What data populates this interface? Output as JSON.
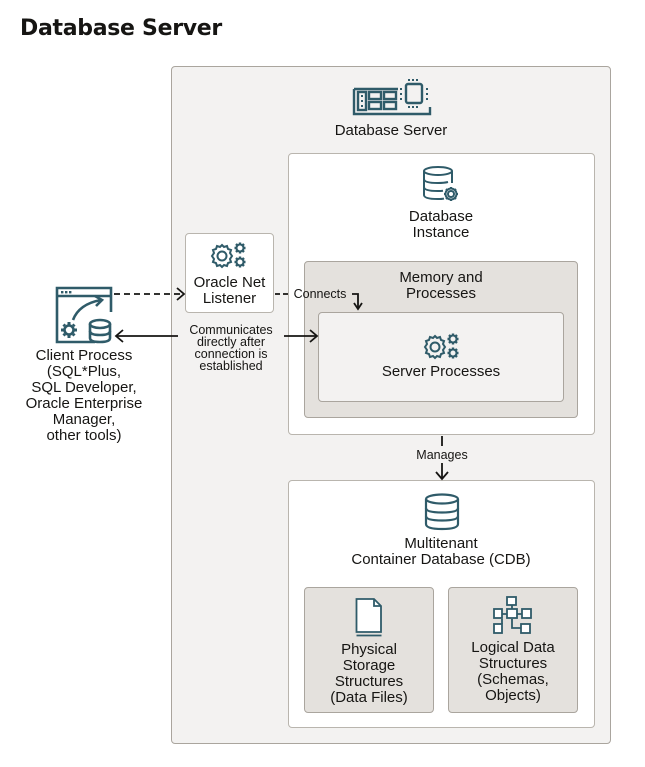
{
  "title": "Database Server",
  "colors": {
    "icon": "#2f5b69",
    "server_bg": "#f3f2f1",
    "inner_bg": "#ffffff",
    "group_bg": "#e4e1dd",
    "line": "#161513"
  },
  "nodes": {
    "database_server": {
      "label": "Database Server",
      "icon": "server-hardware-icon"
    },
    "database_instance": {
      "label_line1": "Database",
      "label_line2": "Instance",
      "icon": "database-gear-icon"
    },
    "memory_processes": {
      "label_line1": "Memory and",
      "label_line2": "Processes"
    },
    "server_processes": {
      "label": "Server Processes",
      "icon": "gears-icon"
    },
    "listener": {
      "label_line1": "Oracle Net",
      "label_line2": "Listener",
      "icon": "gears-icon"
    },
    "client": {
      "label_lines": [
        "Client Process",
        "(SQL*Plus,",
        "SQL Developer,",
        "Oracle Enterprise",
        "Manager,",
        "other tools)"
      ],
      "icon": "client-app-icon"
    },
    "cdb": {
      "label_line1": "Multitenant",
      "label_line2": "Container Database (CDB)",
      "icon": "database-icon"
    },
    "physical": {
      "label_lines": [
        "Physical",
        "Storage",
        "Structures",
        "(Data Files)"
      ],
      "icon": "document-icon"
    },
    "logical": {
      "label_lines": [
        "Logical Data",
        "Structures",
        "(Schemas,",
        "Objects)"
      ],
      "icon": "hierarchy-icon"
    }
  },
  "edges": {
    "connects": "Connects",
    "communicates": [
      "Communicates",
      "directly after",
      "connection is",
      "established"
    ],
    "manages": "Manages"
  }
}
